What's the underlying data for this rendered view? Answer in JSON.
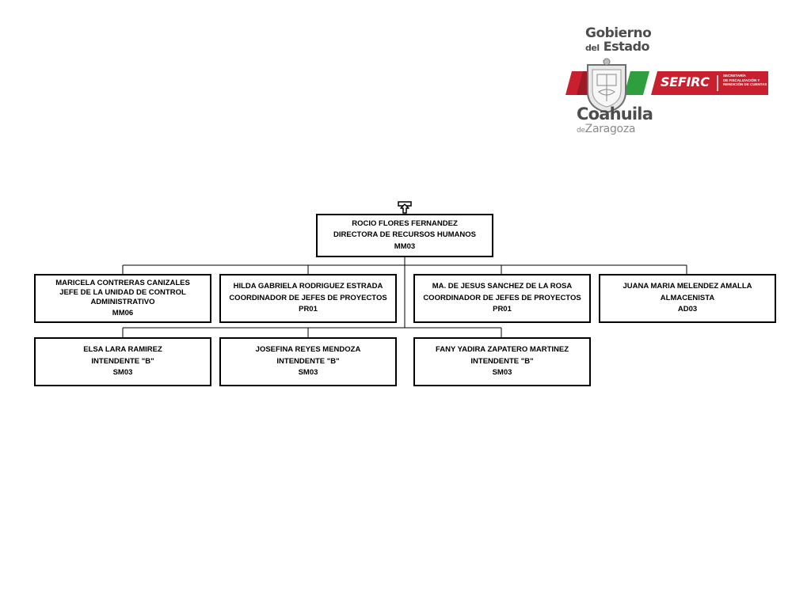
{
  "logo": {
    "gobierno": "Gobierno",
    "del": "del",
    "estado": "Estado",
    "coahuila": "Coahuila",
    "de": "de",
    "zaragoza": "Zaragoza",
    "sefirc": "SEFIRC",
    "sefirc_sub": [
      "SECRETARÍA",
      "DE FISCALIZACIÓN Y",
      "RENDICIÓN DE CUENTAS"
    ],
    "colors": {
      "red": "#c8202f",
      "green": "#2e9e3e",
      "grey": "#4d4d4d"
    }
  },
  "org": {
    "head": {
      "name": "ROCIO FLORES FERNANDEZ",
      "title": "DIRECTORA DE RECURSOS HUMANOS",
      "code": "MM03",
      "icon": "upload-arrow-icon"
    },
    "level1": [
      {
        "name": "MARICELA CONTRERAS CANIZALES",
        "title": "JEFE DE LA UNIDAD DE CONTROL ADMINISTRATIVO",
        "code": "MM06"
      },
      {
        "name": "HILDA GABRIELA RODRIGUEZ ESTRADA",
        "title": "COORDINADOR DE JEFES DE PROYECTOS",
        "code": "PR01"
      },
      {
        "name": "MA. DE JESUS SANCHEZ DE LA ROSA",
        "title": "COORDINADOR DE JEFES DE PROYECTOS",
        "code": "PR01"
      },
      {
        "name": "JUANA MARIA MELENDEZ AMALLA",
        "title": "ALMACENISTA",
        "code": "AD03"
      }
    ],
    "level2": [
      {
        "name": "ELSA LARA RAMIREZ",
        "title": "INTENDENTE \"B\"",
        "code": "SM03"
      },
      {
        "name": "JOSEFINA REYES MENDOZA",
        "title": "INTENDENTE \"B\"",
        "code": "SM03"
      },
      {
        "name": "FANY YADIRA ZAPATERO MARTINEZ",
        "title": "INTENDENTE \"B\"",
        "code": "SM03"
      }
    ]
  }
}
